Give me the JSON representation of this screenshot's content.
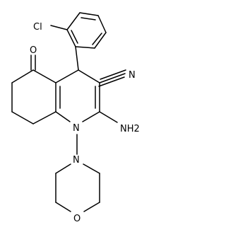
{
  "structure": {
    "atoms": [
      {
        "id": "Cl",
        "label": "Cl"
      },
      {
        "id": "O_keto",
        "label": "O"
      },
      {
        "id": "N_nitrile",
        "label": "N"
      },
      {
        "id": "N_ring",
        "label": "N"
      },
      {
        "id": "NH2",
        "label": "NH2"
      },
      {
        "id": "N_morph",
        "label": "N"
      },
      {
        "id": "O_morph",
        "label": "O"
      }
    ]
  }
}
